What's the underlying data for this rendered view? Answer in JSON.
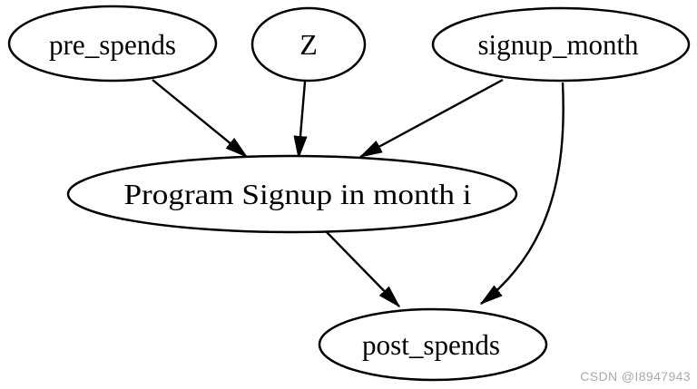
{
  "diagram": {
    "type": "directed-graph",
    "background_color": "#ffffff",
    "node_fill_color": "#ffffff",
    "line_color": "#000000",
    "text_color": "#000000",
    "nodes": {
      "pre_spends": {
        "label": "pre_spends"
      },
      "z": {
        "label": "Z"
      },
      "signup_month": {
        "label": "signup_month"
      },
      "program_signup": {
        "label": "Program Signup in month i"
      },
      "post_spends": {
        "label": "post_spends"
      }
    },
    "edges": [
      {
        "from": "pre_spends",
        "to": "program_signup"
      },
      {
        "from": "z",
        "to": "program_signup"
      },
      {
        "from": "signup_month",
        "to": "program_signup"
      },
      {
        "from": "program_signup",
        "to": "post_spends"
      },
      {
        "from": "signup_month",
        "to": "post_spends"
      }
    ]
  },
  "watermark": {
    "text": "CSDN @I8947943",
    "color": "#aaaaaa"
  }
}
